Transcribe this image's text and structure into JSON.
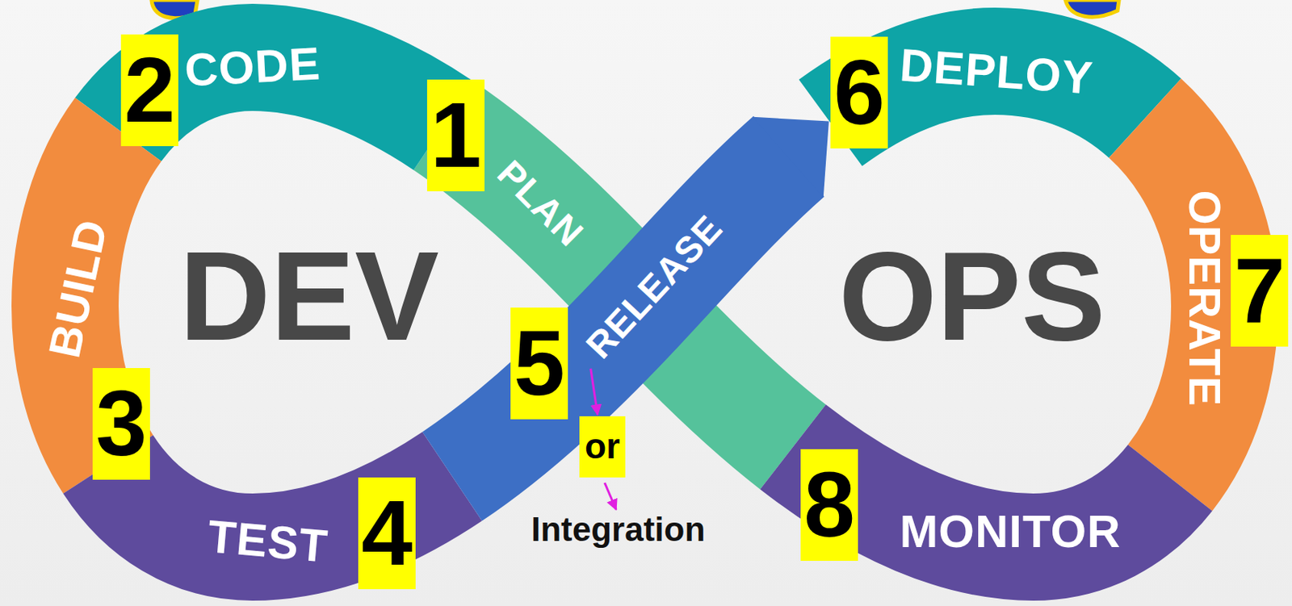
{
  "diagram": {
    "nodes": [
      {
        "text": [
          "PLAN"
        ]
      },
      {
        "text": [
          "CODE"
        ]
      },
      {
        "text": [
          "BUILD"
        ]
      },
      {
        "text": [
          "TEST"
        ]
      },
      {
        "text": [
          "RELEASE"
        ]
      },
      {
        "text": [
          "DEPLOY"
        ]
      },
      {
        "text": [
          "OPERATE"
        ]
      },
      {
        "text": [
          "MONITOR"
        ]
      },
      {
        "text": [
          "1"
        ]
      },
      {
        "text": [
          "2"
        ]
      },
      {
        "text": [
          "3"
        ]
      },
      {
        "text": [
          "4"
        ]
      },
      {
        "text": [
          "5"
        ]
      },
      {
        "text": [
          "6"
        ]
      },
      {
        "text": [
          "7"
        ]
      },
      {
        "text": [
          "8"
        ]
      },
      {
        "text": [
          "or"
        ]
      }
    ],
    "edges": [
      {
        "from": 4,
        "to": 16,
        "arrow": "to"
      }
    ],
    "labels": [
      "DEV",
      "OPS",
      "Integration"
    ]
  }
}
